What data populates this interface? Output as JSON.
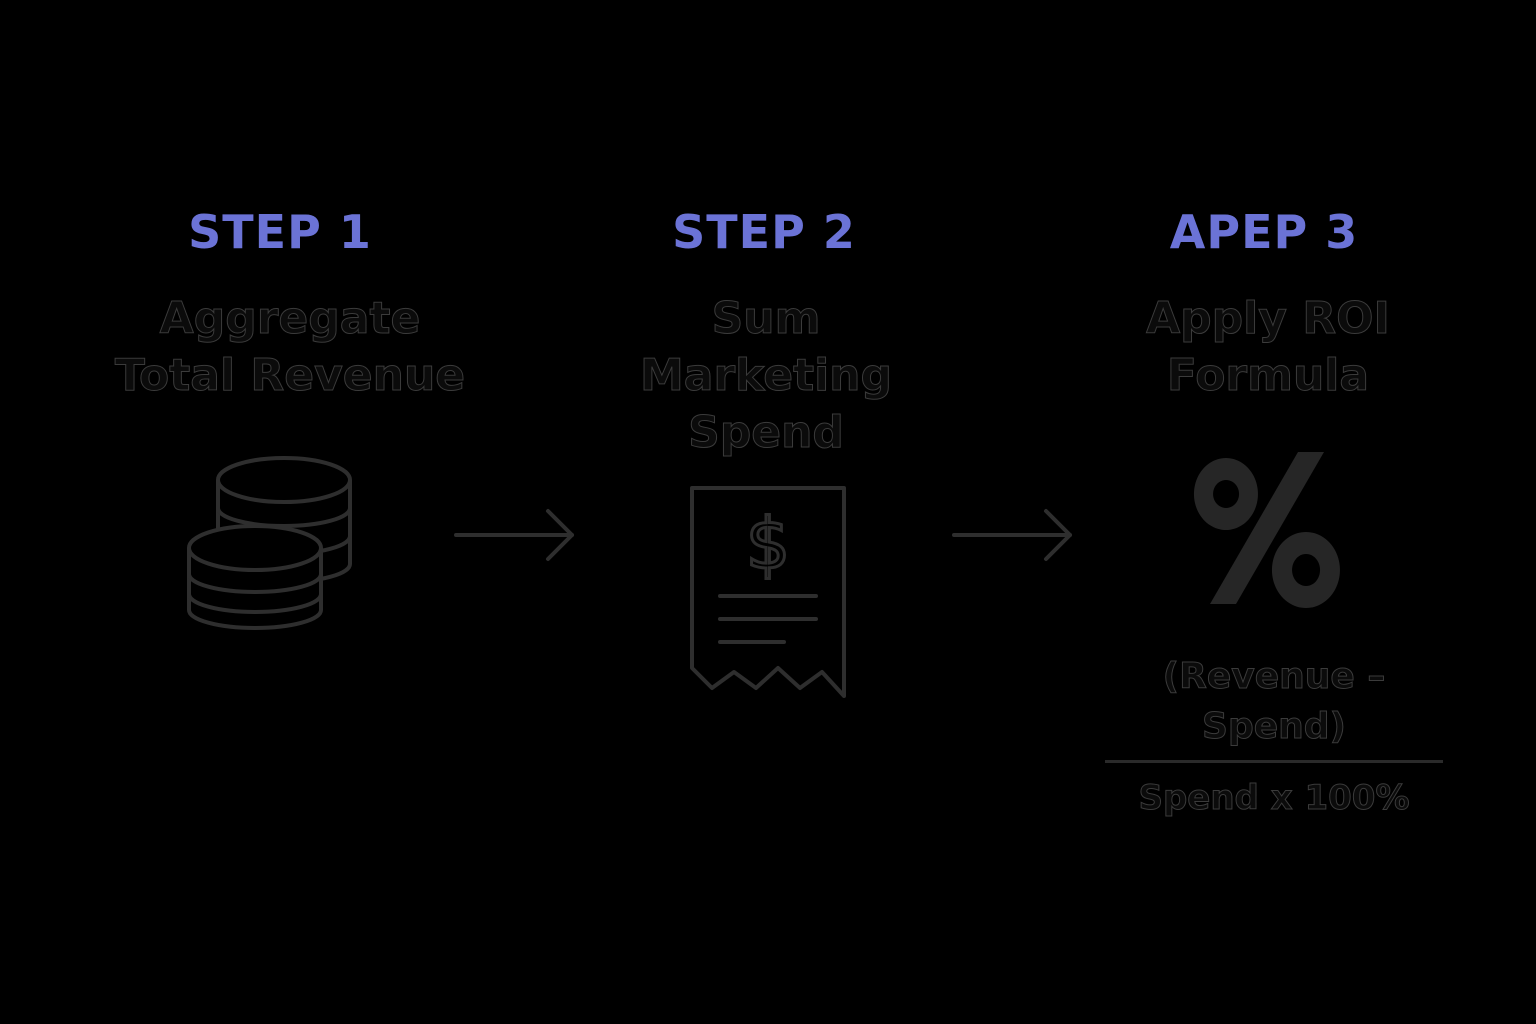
{
  "colors": {
    "background": "#000000",
    "step_label": "#6b73d6",
    "text_outline": "#3b3b3b",
    "icon_stroke": "#2e2e2e",
    "arrow_stroke": "#2e2e2e"
  },
  "steps": [
    {
      "label": "STEP 1",
      "title": "Aggregate\nTotal Revenue",
      "icon": "coins-stack-icon"
    },
    {
      "label": "STEP 2",
      "title": "Sum\nMarketing\nSpend",
      "icon": "receipt-dollar-icon"
    },
    {
      "label": "APEP 3",
      "title": "Apply ROI\nFormula",
      "icon": "percent-icon"
    }
  ],
  "arrows": [
    {
      "icon": "arrow-right-icon"
    },
    {
      "icon": "arrow-right-icon"
    }
  ],
  "formula": {
    "numerator": "(Revenue – Spend)",
    "denominator": "Spend x 100%"
  }
}
